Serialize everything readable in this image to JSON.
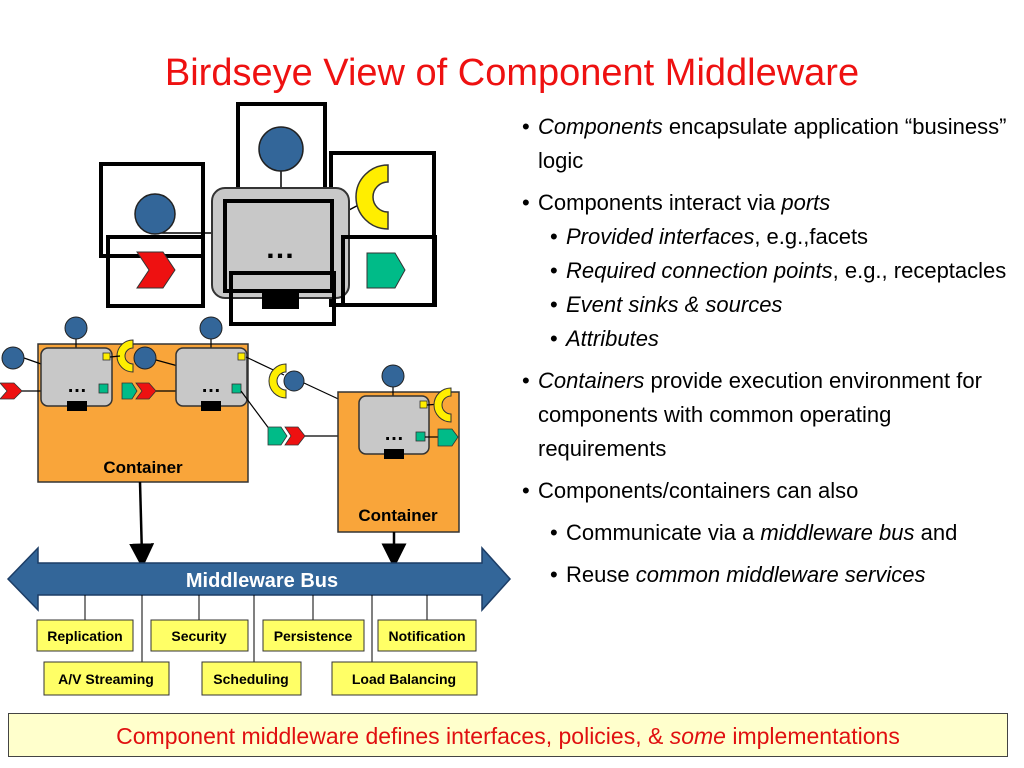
{
  "title": "Birdseye View of Component Middleware",
  "diagram": {
    "ellipsis": "…",
    "container_label": "Container",
    "bus_label": "Middleware Bus",
    "services_row1": [
      "Replication",
      "Security",
      "Persistence",
      "Notification"
    ],
    "services_row2": [
      "A/V Streaming",
      "Scheduling",
      "Load Balancing"
    ]
  },
  "bullets": {
    "b1_em": "Components",
    "b1_text": " encapsulate application “business” logic",
    "b2_text": "Components interact via ",
    "b2_em": "ports",
    "b2a_em": "Provided interfaces",
    "b2a_text": ", e.g.,facets",
    "b2b_em": "Required connection points",
    "b2b_text": ", e.g., receptacles",
    "b2c_em": "Event sinks & sources",
    "b2d_em": "Attributes",
    "b3_em": "Containers",
    "b3_text": " provide execution environment for components with common operating requirements",
    "b4_text": "Components/containers can also",
    "b4a_text": "Communicate via a ",
    "b4a_em": "middleware bus",
    "b4a_tail": " and",
    "b4b_text": "Reuse ",
    "b4b_em": "common middleware services"
  },
  "footer": {
    "pre": "Component middleware defines interfaces, policies, & ",
    "em": "some",
    "post": " implementations"
  },
  "colors": {
    "title": "#ee1111",
    "container_fill": "#f9a53a",
    "component_fill": "#c8c8c8",
    "port_blue": "#336699",
    "facet_yellow": "#ffee00",
    "event_red": "#ee1111",
    "event_green": "#00bb88",
    "bus_fill": "#336699",
    "service_fill": "#ffff66",
    "footer_fill": "#ffffcc"
  }
}
